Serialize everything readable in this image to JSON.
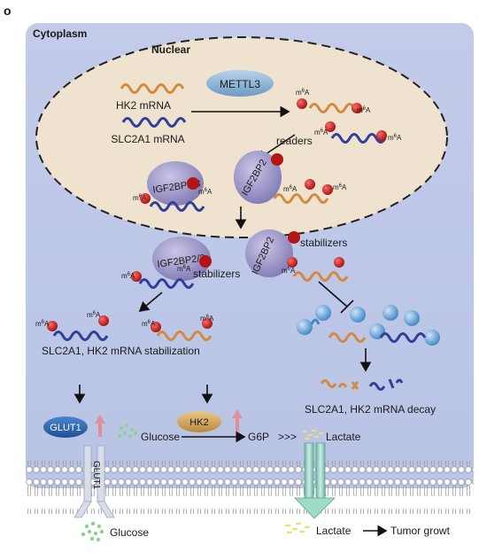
{
  "panel_letter": "o",
  "compartments": {
    "cytoplasm": "Cytoplasm",
    "nucleus": "Nuclear"
  },
  "enzyme": "METTL3",
  "mrnas": {
    "hk2": "HK2 mRNA",
    "slc2a1": "SLC2A1 mRNA"
  },
  "modification": {
    "m": "m",
    "sup": "6",
    "a": "A"
  },
  "readers_label": "readers",
  "readers": {
    "igf2bp23": "IGF2BP2/3",
    "igf2bp2": "IGF2BP2"
  },
  "stabilizers_label": "stabilizers",
  "stabilization_label": "SLC2A1, HK2 mRNA stabilization",
  "decay_label": "SLC2A1, HK2 mRNA decay",
  "glycolysis": {
    "glut1": "GLUT1",
    "hk2": "HK2",
    "glucose": "Glucose",
    "g6p": "G6P",
    "arrows": ">>>",
    "lactate": "Lactate"
  },
  "membrane": {
    "transporter": "GLUT1",
    "glucose_out": "Glucose",
    "lactate_out": "Lactate"
  },
  "outcome": "Tumor growt",
  "colors": {
    "cytoplasm": "#c6cfec",
    "nucleus": "#efe3cf",
    "hk2_mrna": "#d38a3e",
    "slc2a1_mrna": "#2f3f9a",
    "m6a_dot": "#c91c1c",
    "reader_protein": "#8f8ac0",
    "mettl3": "#7ea8cf",
    "glut1": "#2a66b4",
    "hk2_enzyme": "#d4aa5e",
    "decay_protein": "#4d8fcb",
    "up_arrow": "#e08f9a",
    "glucose_dots": "#8fcf8f",
    "lactate_dots": "#e8e070",
    "efflux_arrow": "#8fd0bc"
  }
}
